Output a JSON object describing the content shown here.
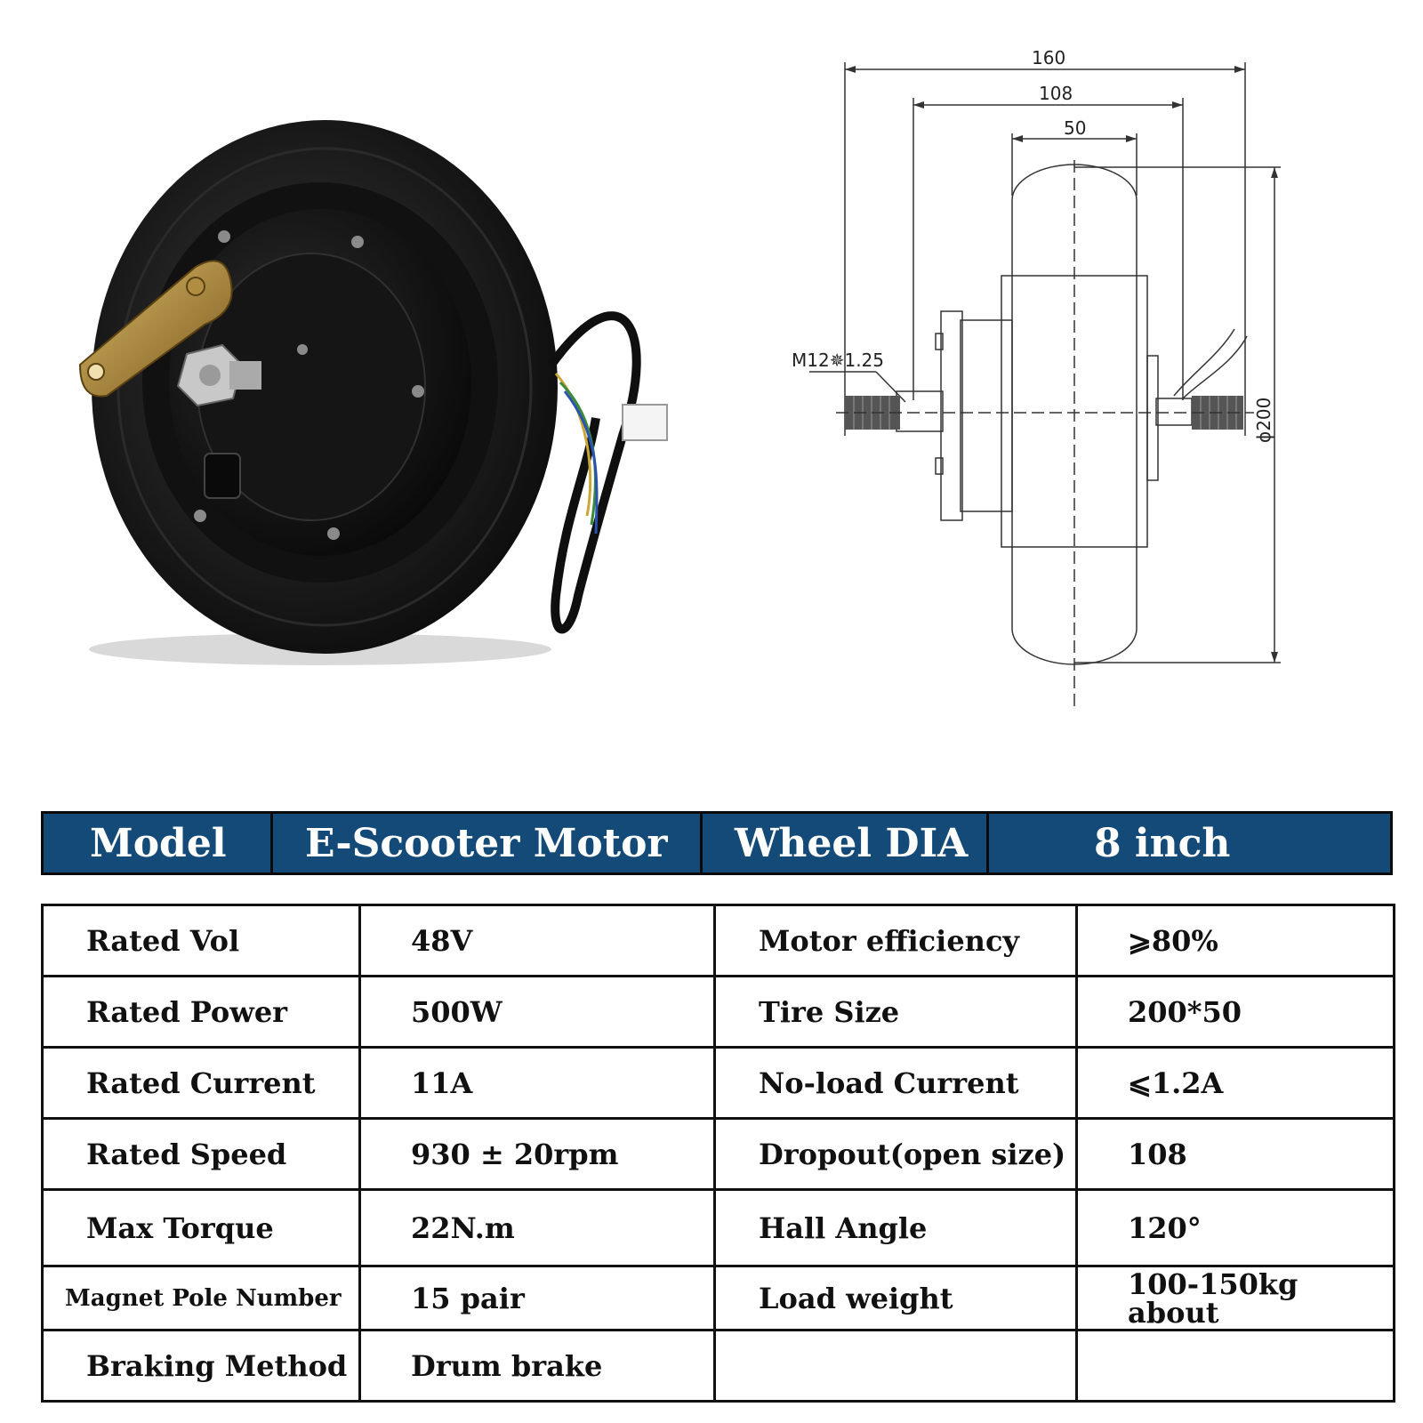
{
  "drawing": {
    "dim_overall": "160",
    "dim_dropout": "108",
    "dim_tire_width": "50",
    "thread_label": "M12✵1.25",
    "diameter_label": "ϕ200"
  },
  "header": {
    "model_label": "Model",
    "model_value": "E-Scooter Motor",
    "wheel_label": "Wheel DIA",
    "wheel_value": "8 inch"
  },
  "specs": {
    "rows": [
      {
        "left_label": "Rated Vol",
        "left_value": "48V",
        "right_label": "Motor efficiency",
        "right_value": "⩾80%"
      },
      {
        "left_label": "Rated Power",
        "left_value": "500W",
        "right_label": "Tire Size",
        "right_value": "200*50"
      },
      {
        "left_label": "Rated Current",
        "left_value": "11A",
        "right_label": "No-load Current",
        "right_value": "⩽1.2A"
      },
      {
        "left_label": "Rated Speed",
        "left_value": "930 ± 20rpm",
        "right_label": "Dropout(open size)",
        "right_value": "108"
      },
      {
        "left_label": "Max Torque",
        "left_value": "22N.m",
        "right_label": "Hall Angle",
        "right_value": "120°"
      },
      {
        "left_label": "Magnet Pole Number",
        "left_value": "15 pair",
        "right_label": "Load weight",
        "right_value": "100-150kg about"
      },
      {
        "left_label": "Braking Method",
        "left_value": "Drum brake",
        "right_label": "",
        "right_value": ""
      }
    ]
  }
}
